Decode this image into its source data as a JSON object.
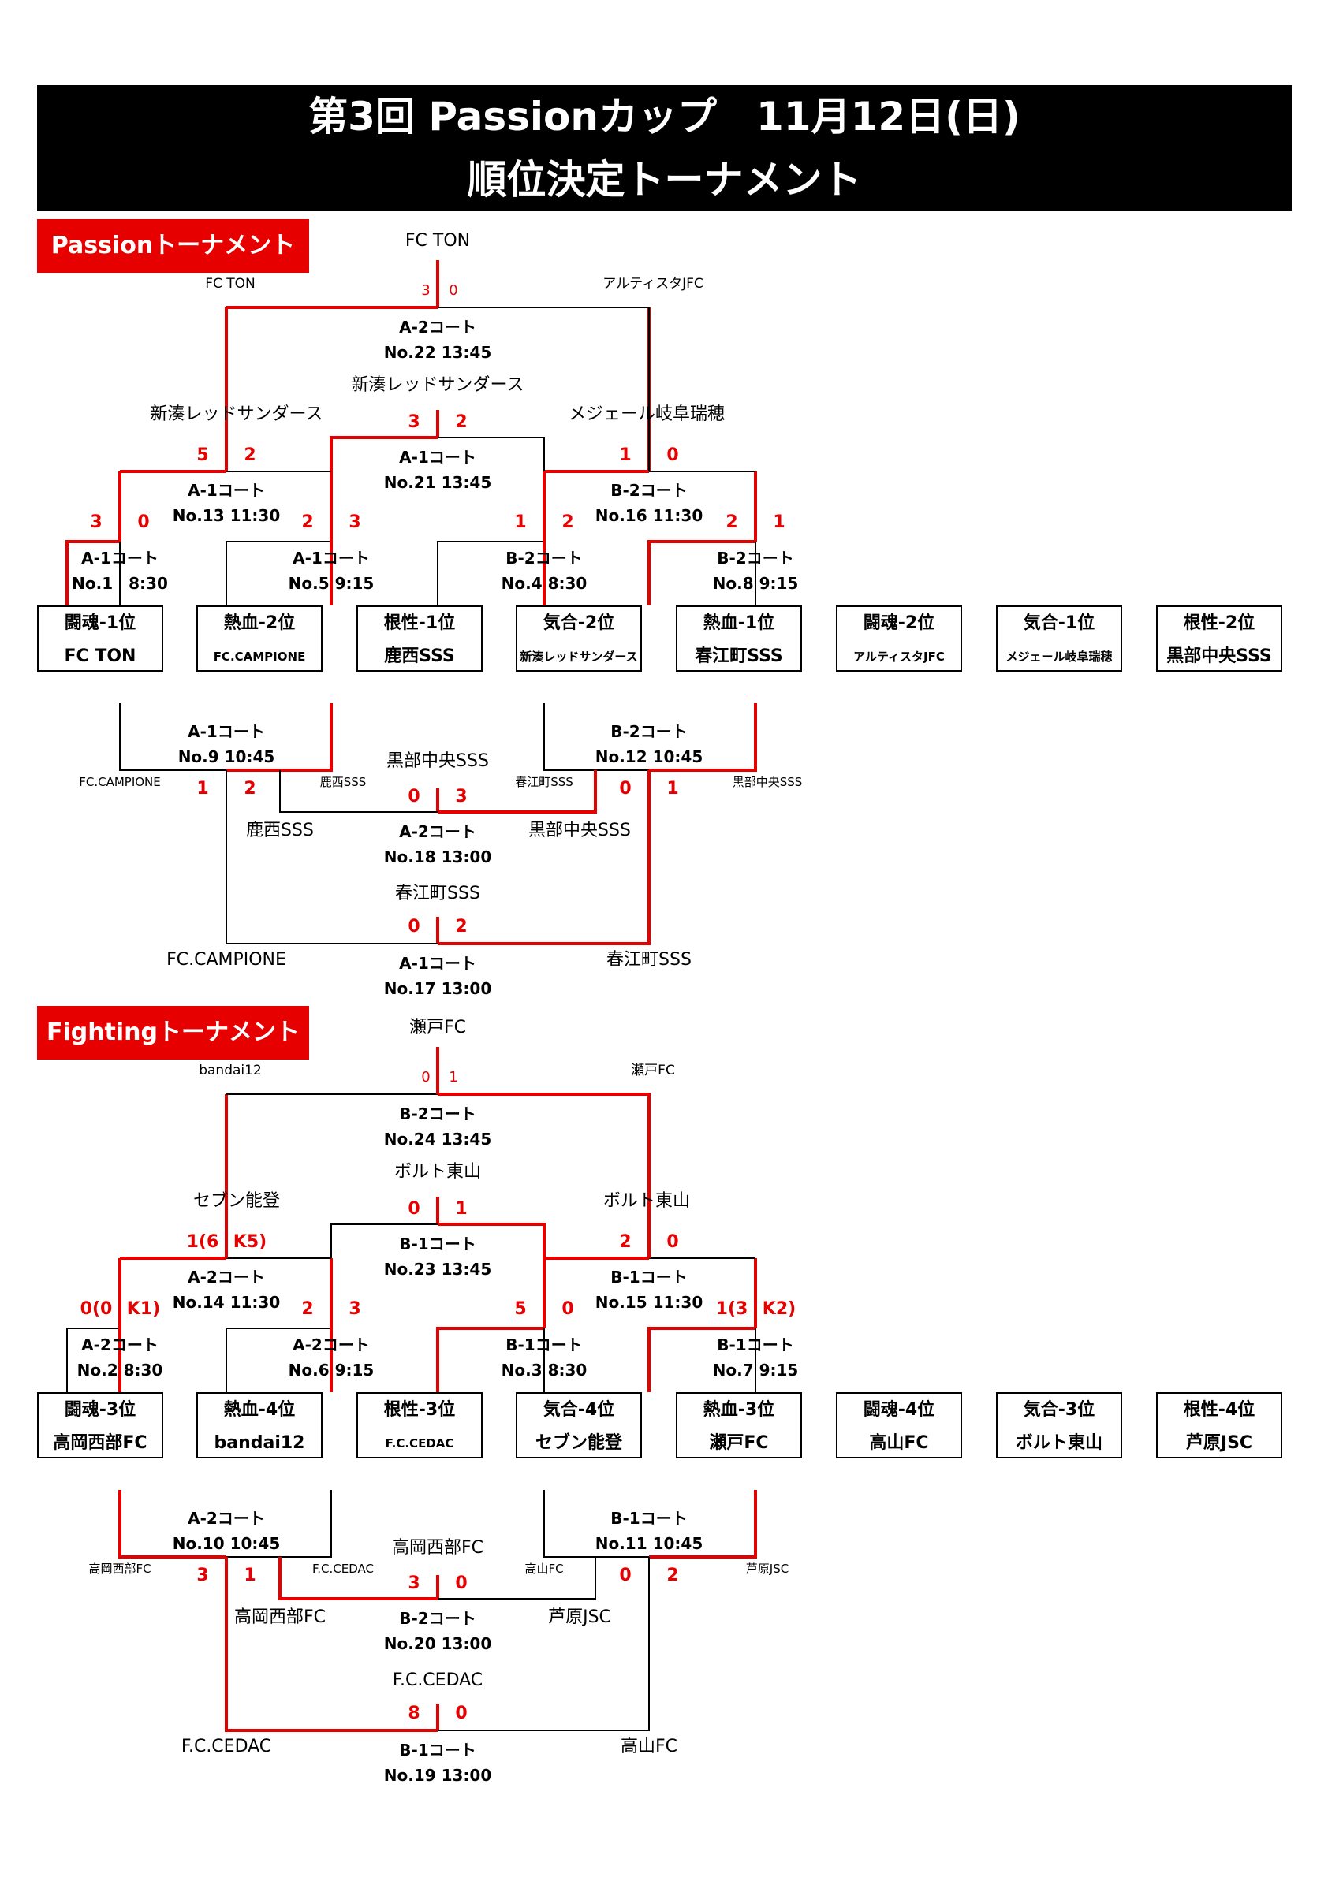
{
  "header": {
    "title_line1": "第3回 Passionカップ　11月12日(日)",
    "title_line2": "順位決定トーナメント"
  },
  "colors": {
    "win_line": "#e60000",
    "line": "#000000",
    "banner": "#e60000",
    "header_bg": "#000000"
  },
  "passion": {
    "banner": "Passionトーナメント",
    "teams": [
      {
        "seed": "闘魂-1位",
        "name": "FC TON"
      },
      {
        "seed": "熱血-2位",
        "name": "FC.CAMPIONE"
      },
      {
        "seed": "根性-1位",
        "name": "鹿西SSS"
      },
      {
        "seed": "気合-2位",
        "name": "新湊レッドサンダース"
      },
      {
        "seed": "熱血-1位",
        "name": "春江町SSS"
      },
      {
        "seed": "闘魂-2位",
        "name": "アルティスタJFC"
      },
      {
        "seed": "気合-1位",
        "name": "メジェール岐阜瑞穂"
      },
      {
        "seed": "根性-2位",
        "name": "黒部中央SSS"
      }
    ],
    "r1": [
      {
        "court": "A-1コート",
        "info": "No.1　8:30",
        "s1": "3",
        "s2": "0"
      },
      {
        "court": "A-1コート",
        "info": "No.5 9:15",
        "s1": "2",
        "s2": "3"
      },
      {
        "court": "B-2コート",
        "info": "No.4 8:30",
        "s1": "1",
        "s2": "2"
      },
      {
        "court": "B-2コート",
        "info": "No.8 9:15",
        "s1": "2",
        "s2": "1"
      }
    ],
    "r2": [
      {
        "court": "A-1コート",
        "info": "No.13 11:30",
        "s1": "5",
        "s2": "2"
      },
      {
        "court": "B-2コート",
        "info": "No.16 11:30",
        "s1": "1",
        "s2": "0"
      }
    ],
    "final": {
      "court": "A-2コート",
      "info": "No.22 13:45",
      "s1": "3",
      "s2": "0",
      "winner": "FC TON",
      "left": "FC TON",
      "right": "アルティスタJFC"
    },
    "third": {
      "court": "A-1コート",
      "info": "No.21 13:45",
      "s1": "3",
      "s2": "2",
      "winner": "新湊レッドサンダース",
      "left": "新湊レッドサンダース",
      "right": "メジェール岐阜瑞穂"
    },
    "lb1": [
      {
        "court": "A-1コート",
        "info": "No.9 10:45",
        "s1": "1",
        "s2": "2",
        "left": "FC.CAMPIONE",
        "right": "鹿西SSS"
      },
      {
        "court": "B-2コート",
        "info": "No.12 10:45",
        "s1": "0",
        "s2": "1",
        "left": "春江町SSS",
        "right": "黒部中央SSS"
      }
    ],
    "fifth": {
      "court": "A-2コート",
      "info": "No.18 13:00",
      "s1": "0",
      "s2": "3",
      "winner": "黒部中央SSS",
      "left": "鹿西SSS",
      "right": "黒部中央SSS"
    },
    "seventh": {
      "court": "A-1コート",
      "info": "No.17 13:00",
      "s1": "0",
      "s2": "2",
      "winner": "春江町SSS",
      "left": "FC.CAMPIONE",
      "right": "春江町SSS"
    }
  },
  "fighting": {
    "banner": "Fightingトーナメント",
    "teams": [
      {
        "seed": "闘魂-3位",
        "name": "高岡西部FC"
      },
      {
        "seed": "熱血-4位",
        "name": "bandai12"
      },
      {
        "seed": "根性-3位",
        "name": "F.C.CEDAC"
      },
      {
        "seed": "気合-4位",
        "name": "セブン能登"
      },
      {
        "seed": "熱血-3位",
        "name": "瀬戸FC"
      },
      {
        "seed": "闘魂-4位",
        "name": "高山FC"
      },
      {
        "seed": "気合-3位",
        "name": "ボルト東山"
      },
      {
        "seed": "根性-4位",
        "name": "芦原JSC"
      }
    ],
    "r1": [
      {
        "court": "A-2コート",
        "info": "No.2 8:30",
        "s1": "0(0",
        "s2": "K1)"
      },
      {
        "court": "A-2コート",
        "info": "No.6 9:15",
        "s1": "2",
        "s2": "3"
      },
      {
        "court": "B-1コート",
        "info": "No.3 8:30",
        "s1": "5",
        "s2": "0"
      },
      {
        "court": "B-1コート",
        "info": "No.7 9:15",
        "s1": "1(3",
        "s2": "K2)"
      }
    ],
    "r2": [
      {
        "court": "A-2コート",
        "info": "No.14 11:30",
        "s1": "1(6",
        "s2": "K5)"
      },
      {
        "court": "B-1コート",
        "info": "No.15 11:30",
        "s1": "2",
        "s2": "0"
      }
    ],
    "final": {
      "court": "B-2コート",
      "info": "No.24 13:45",
      "s1": "0",
      "s2": "1",
      "winner": "瀬戸FC",
      "left": "bandai12",
      "right": "瀬戸FC"
    },
    "third": {
      "court": "B-1コート",
      "info": "No.23 13:45",
      "s1": "0",
      "s2": "1",
      "winner": "ボルト東山",
      "left": "セブン能登",
      "right": "ボルト東山"
    },
    "lb1": [
      {
        "court": "A-2コート",
        "info": "No.10 10:45",
        "s1": "3",
        "s2": "1",
        "left": "高岡西部FC",
        "right": "F.C.CEDAC"
      },
      {
        "court": "B-1コート",
        "info": "No.11 10:45",
        "s1": "0",
        "s2": "2",
        "left": "高山FC",
        "right": "芦原JSC"
      }
    ],
    "fifth": {
      "court": "B-2コート",
      "info": "No.20 13:00",
      "s1": "3",
      "s2": "0",
      "winner": "高岡西部FC",
      "left": "高岡西部FC",
      "right": "芦原JSC"
    },
    "seventh": {
      "court": "B-1コート",
      "info": "No.19 13:00",
      "s1": "8",
      "s2": "0",
      "winner": "F.C.CEDAC",
      "left": "F.C.CEDAC",
      "right": "高山FC"
    }
  }
}
